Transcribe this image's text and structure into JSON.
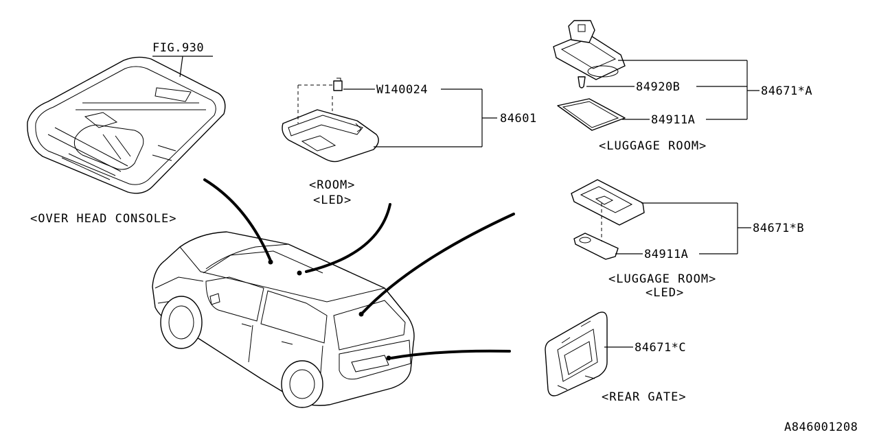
{
  "diagram": {
    "part_labels": {
      "fig": "FIG.930",
      "w140024": "W140024",
      "p84601": "84601",
      "p84920b": "84920B",
      "p84911a_1": "84911A",
      "p84671a": "84671*A",
      "p84671b": "84671*B",
      "p84911a_2": "84911A",
      "p84671c": "84671*C"
    },
    "captions": {
      "overhead": "<OVER HEAD CONSOLE>",
      "room": "<ROOM>",
      "room_led": "<LED>",
      "luggage_1": "<LUGGAGE ROOM>",
      "luggage_2": "<LUGGAGE ROOM>",
      "luggage_2_led": "<LED>",
      "rear_gate": "<REAR GATE>"
    },
    "diagram_code": "A846001208"
  }
}
